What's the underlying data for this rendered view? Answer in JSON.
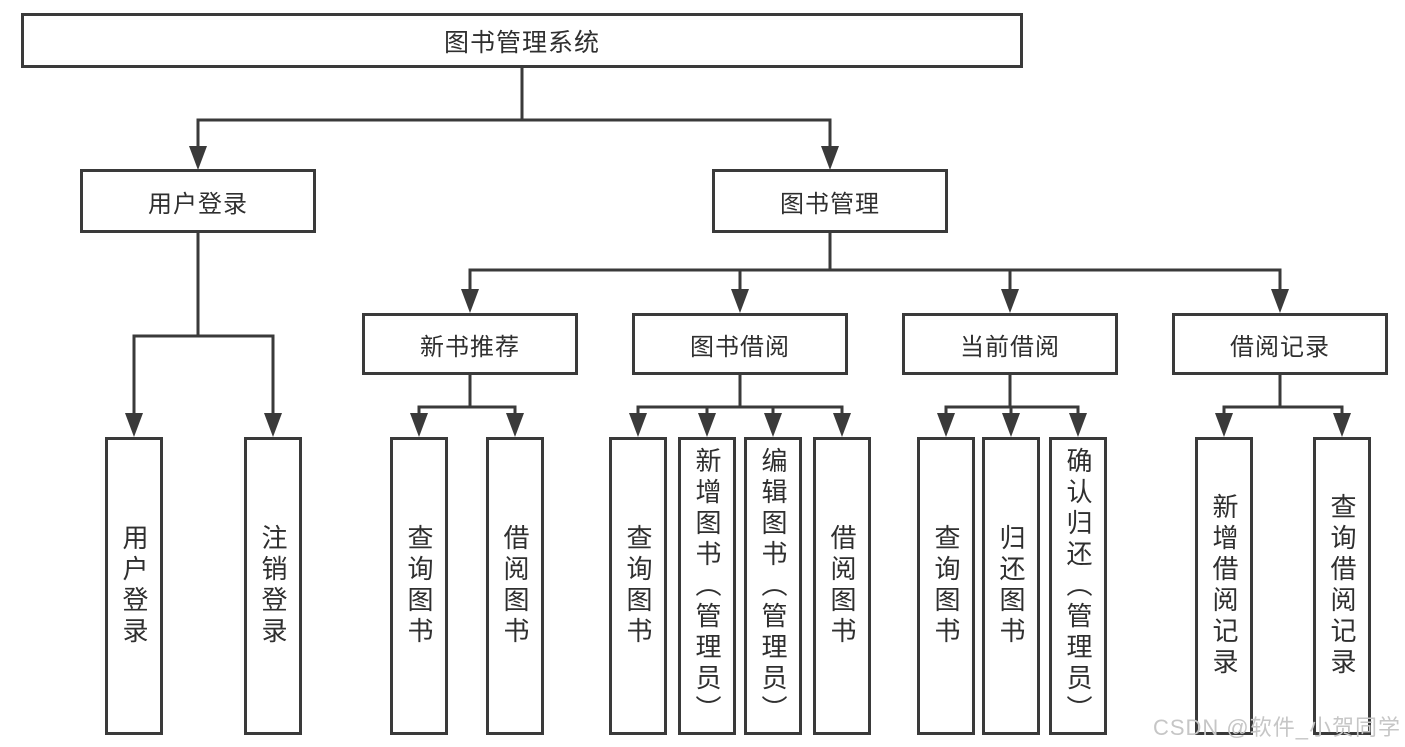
{
  "colors": {
    "line": "#3a3a3a",
    "text": "#2f2f2f",
    "box_bg": "#ffffff",
    "watermark": "#c6c6c6",
    "background": "#ffffff"
  },
  "watermark": {
    "text": "CSDN @软件_小贺同学"
  },
  "diagram_type": "hierarchy-tree",
  "nodes": {
    "root": {
      "id": "library-management-system",
      "label": "图书管理系统"
    },
    "level2": [
      {
        "id": "user-login",
        "label": "用户登录",
        "parent": "library-management-system"
      },
      {
        "id": "book-management",
        "label": "图书管理",
        "parent": "library-management-system"
      }
    ],
    "level3": [
      {
        "id": "new-book-recommend",
        "label": "新书推荐",
        "parent": "book-management"
      },
      {
        "id": "book-borrowing",
        "label": "图书借阅",
        "parent": "book-management"
      },
      {
        "id": "current-borrowing",
        "label": "当前借阅",
        "parent": "book-management"
      },
      {
        "id": "borrowing-records",
        "label": "借阅记录",
        "parent": "book-management"
      }
    ],
    "leaves": [
      {
        "id": "leaf-user-login",
        "label": "用户登录",
        "parent": "user-login"
      },
      {
        "id": "leaf-logout",
        "label": "注销登录",
        "parent": "user-login"
      },
      {
        "id": "leaf-query-books-recommend",
        "label": "查询图书",
        "parent": "new-book-recommend"
      },
      {
        "id": "leaf-borrow-books-recommend",
        "label": "借阅图书",
        "parent": "new-book-recommend"
      },
      {
        "id": "leaf-query-books-borrowing",
        "label": "查询图书",
        "parent": "book-borrowing"
      },
      {
        "id": "leaf-add-books-admin",
        "label": "新增图书（管理员）",
        "parent": "book-borrowing"
      },
      {
        "id": "leaf-edit-books-admin",
        "label": "编辑图书（管理员）",
        "parent": "book-borrowing"
      },
      {
        "id": "leaf-borrow-books-borrowing",
        "label": "借阅图书",
        "parent": "book-borrowing"
      },
      {
        "id": "leaf-query-books-current",
        "label": "查询图书",
        "parent": "current-borrowing"
      },
      {
        "id": "leaf-return-books",
        "label": "归还图书",
        "parent": "current-borrowing"
      },
      {
        "id": "leaf-confirm-return-admin",
        "label": "确认归还（管理员）",
        "parent": "current-borrowing"
      },
      {
        "id": "leaf-add-borrow-record",
        "label": "新增借阅记录",
        "parent": "borrowing-records"
      },
      {
        "id": "leaf-query-borrow-record",
        "label": "查询借阅记录",
        "parent": "borrowing-records"
      }
    ]
  }
}
